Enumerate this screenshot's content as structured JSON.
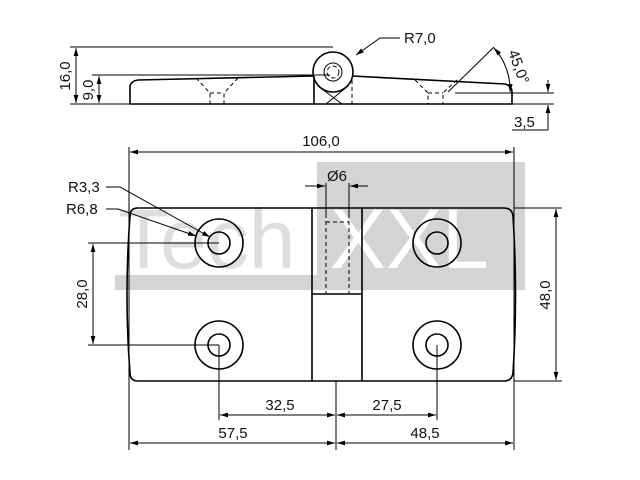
{
  "watermark": {
    "part1": "Tech",
    "part2": "XXL"
  },
  "side_view": {
    "radius_label": "R7,0",
    "angle_label": "45,0°",
    "height_total": "16,0",
    "height_plate": "9,0",
    "thickness_edge": "3,5"
  },
  "top_view": {
    "width_total": "106,0",
    "pin_diameter": "Ø6",
    "hole_radius_inner": "R3,3",
    "hole_radius_outer": "R6,8",
    "hole_spacing_vertical": "28,0",
    "height_total": "48,0",
    "hole_left_to_axis": "32,5",
    "hole_right_to_axis": "27,5",
    "left_leaf_width": "57,5",
    "right_leaf_width": "48,5"
  }
}
